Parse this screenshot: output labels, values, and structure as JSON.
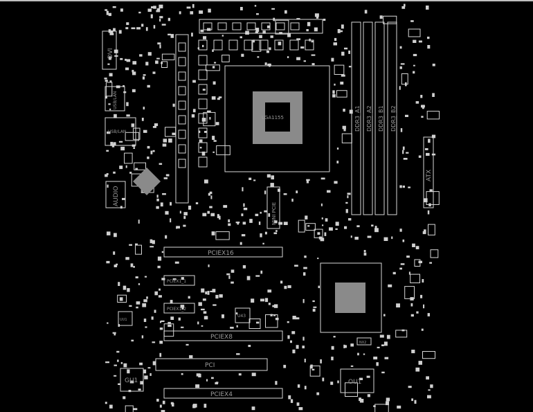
{
  "board": {
    "labels": {
      "dvi": "DVI",
      "usb_lan": "USB/LAN",
      "usb2": "USB/LAN",
      "audio": "AUDIO",
      "cpu": "LGA1155",
      "dimm_a1": "DDR3_A1",
      "dimm_a2": "DDR3_A2",
      "dimm_b1": "DDR3_B1",
      "dimm_b2": "DDR3_B2",
      "atx": "ATX",
      "mini_pcie": "MINI PCIE",
      "pciex16": "PCIEX16",
      "pciex1_1": "PCIEX1_1",
      "pciex1_2": "PCIEX1_2",
      "pciex8": "PCIEX8",
      "pci": "PCI",
      "pciex4": "PCIEX4",
      "gu1": "GU1",
      "ou1": "OU1",
      "u43": "U43",
      "uu1": "UU1",
      "nx2": "NX2"
    },
    "colors": {
      "background": "#000000",
      "outline": "#d8d8d8",
      "pad_array": "#8a8a8a"
    }
  }
}
